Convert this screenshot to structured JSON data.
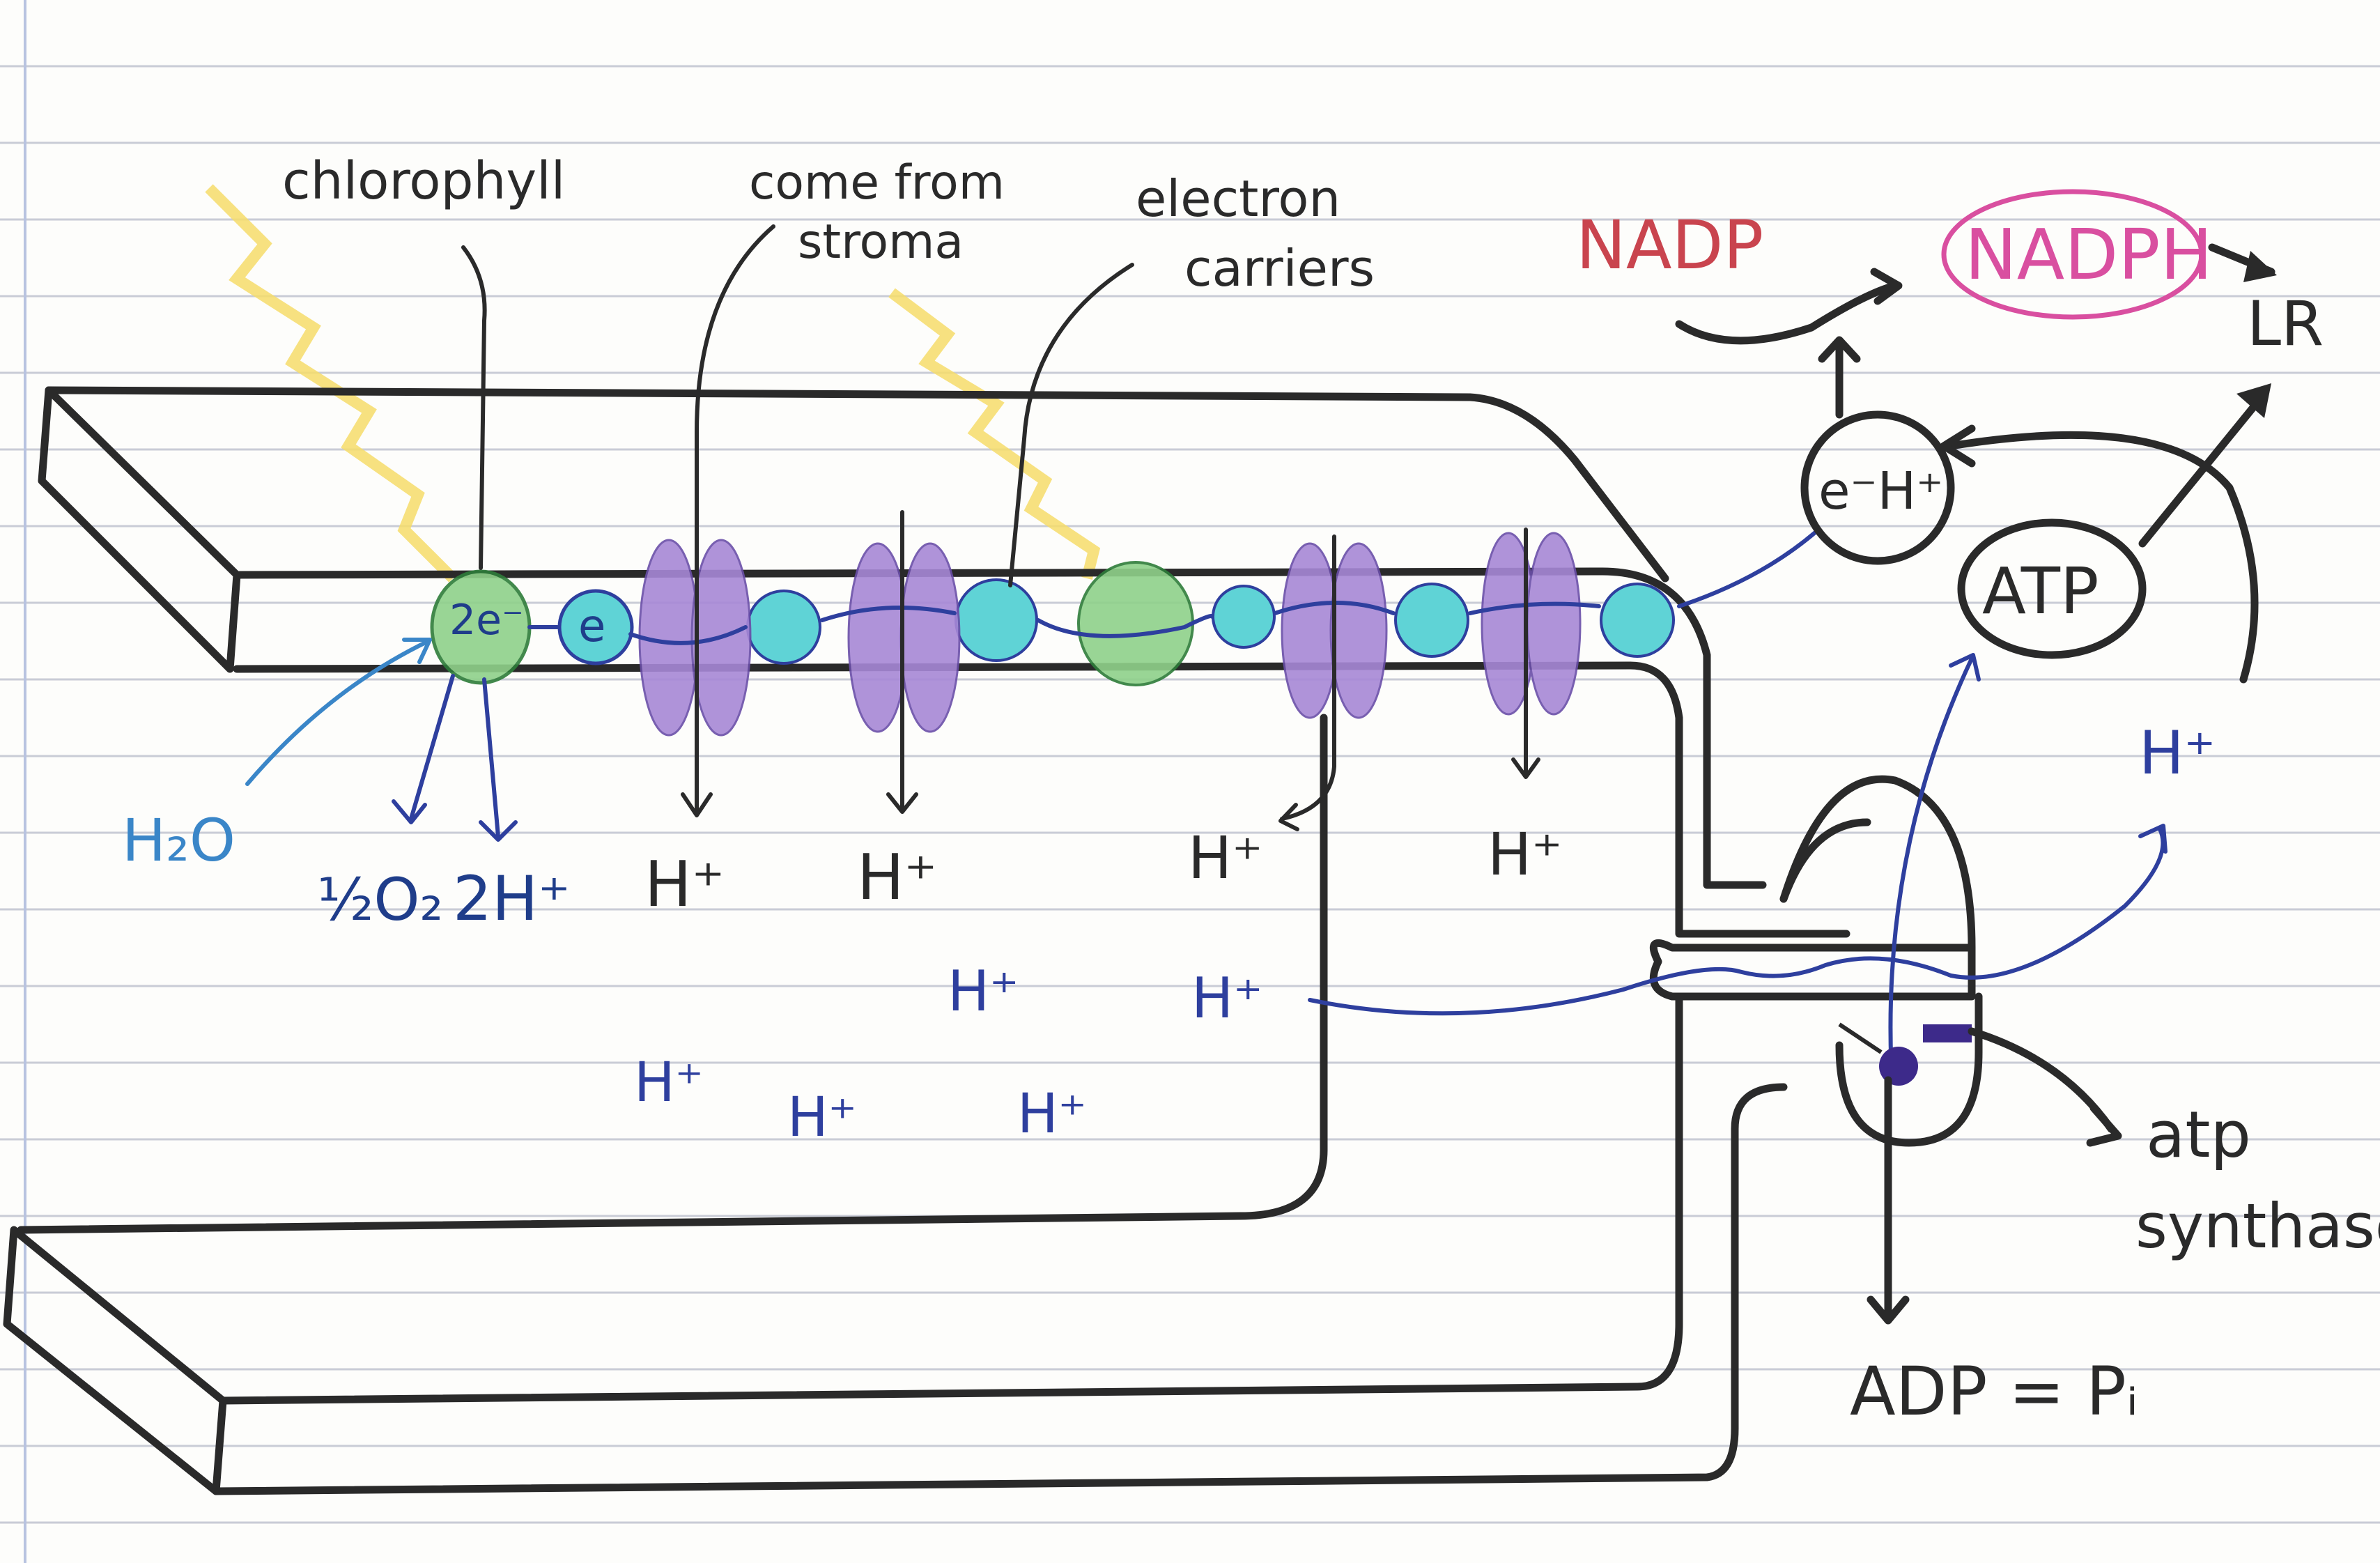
{
  "labels": {
    "chlorophyll": "chlorophyll",
    "come_from": "come from",
    "stroma": "stroma",
    "electron": "electron",
    "carriers": "carriers",
    "nadp": "NADP",
    "nadph": "NADPH",
    "lr": "LR",
    "atp": "ATP",
    "h2o": "H₂O",
    "half_o2": "½O₂",
    "two_h_plus": "2H⁺",
    "h_plus": "H⁺",
    "e_minus": "e⁻",
    "two_e": "2e⁻",
    "e": "e",
    "atp_synthase_line1": "atp",
    "atp_synthase_line2": "synthase",
    "adp_pi": "ADP = Pᵢ",
    "e_h_plus": "e⁻H⁺"
  },
  "colors": {
    "ink": "#2a2a2a",
    "chlorophyll_green": "#8fd18a",
    "carrier_cyan": "#5fd3d6",
    "protein_purple": "#a788d6",
    "proton_blue": "#2e3f9e",
    "water_blue": "#3a86c8",
    "light_yellow": "#f6dc6a",
    "nadp_red": "#c9444e",
    "nadph_pink": "#d94fa0"
  }
}
